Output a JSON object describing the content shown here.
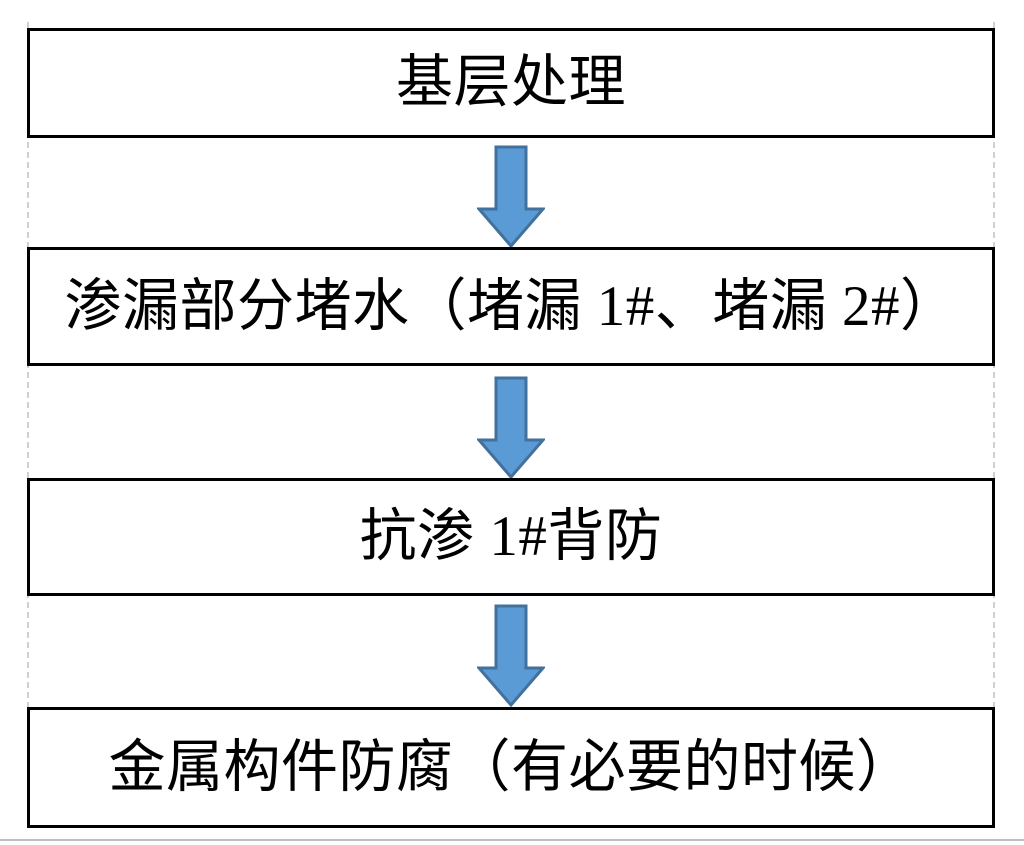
{
  "diagram": {
    "type": "vertical-flowchart",
    "orientation": "top-to-bottom",
    "step_count": 4,
    "colors": {
      "box_border": "#000000",
      "box_fill": "#ffffff",
      "text": "#000000",
      "arrow_fill": "#5B9BD5",
      "arrow_stroke": "#41719C",
      "container_dashed_border": "#D0D0D0",
      "bottom_rule": "#BFBFBF"
    },
    "steps": [
      {
        "id": "step-1",
        "label": "基层处理"
      },
      {
        "id": "step-2",
        "label": "渗漏部分堵水（堵漏 1#、堵漏 2#）"
      },
      {
        "id": "step-3",
        "label": "抗渗 1#背防"
      },
      {
        "id": "step-4",
        "label": "金属构件防腐（有必要的时候）"
      }
    ],
    "connectors": [
      {
        "id": "connector-1",
        "icon": "arrow-down-icon",
        "from": "step-1",
        "to": "step-2"
      },
      {
        "id": "connector-2",
        "icon": "arrow-down-icon",
        "from": "step-2",
        "to": "step-3"
      },
      {
        "id": "connector-3",
        "icon": "arrow-down-icon",
        "from": "step-3",
        "to": "step-4"
      }
    ]
  }
}
